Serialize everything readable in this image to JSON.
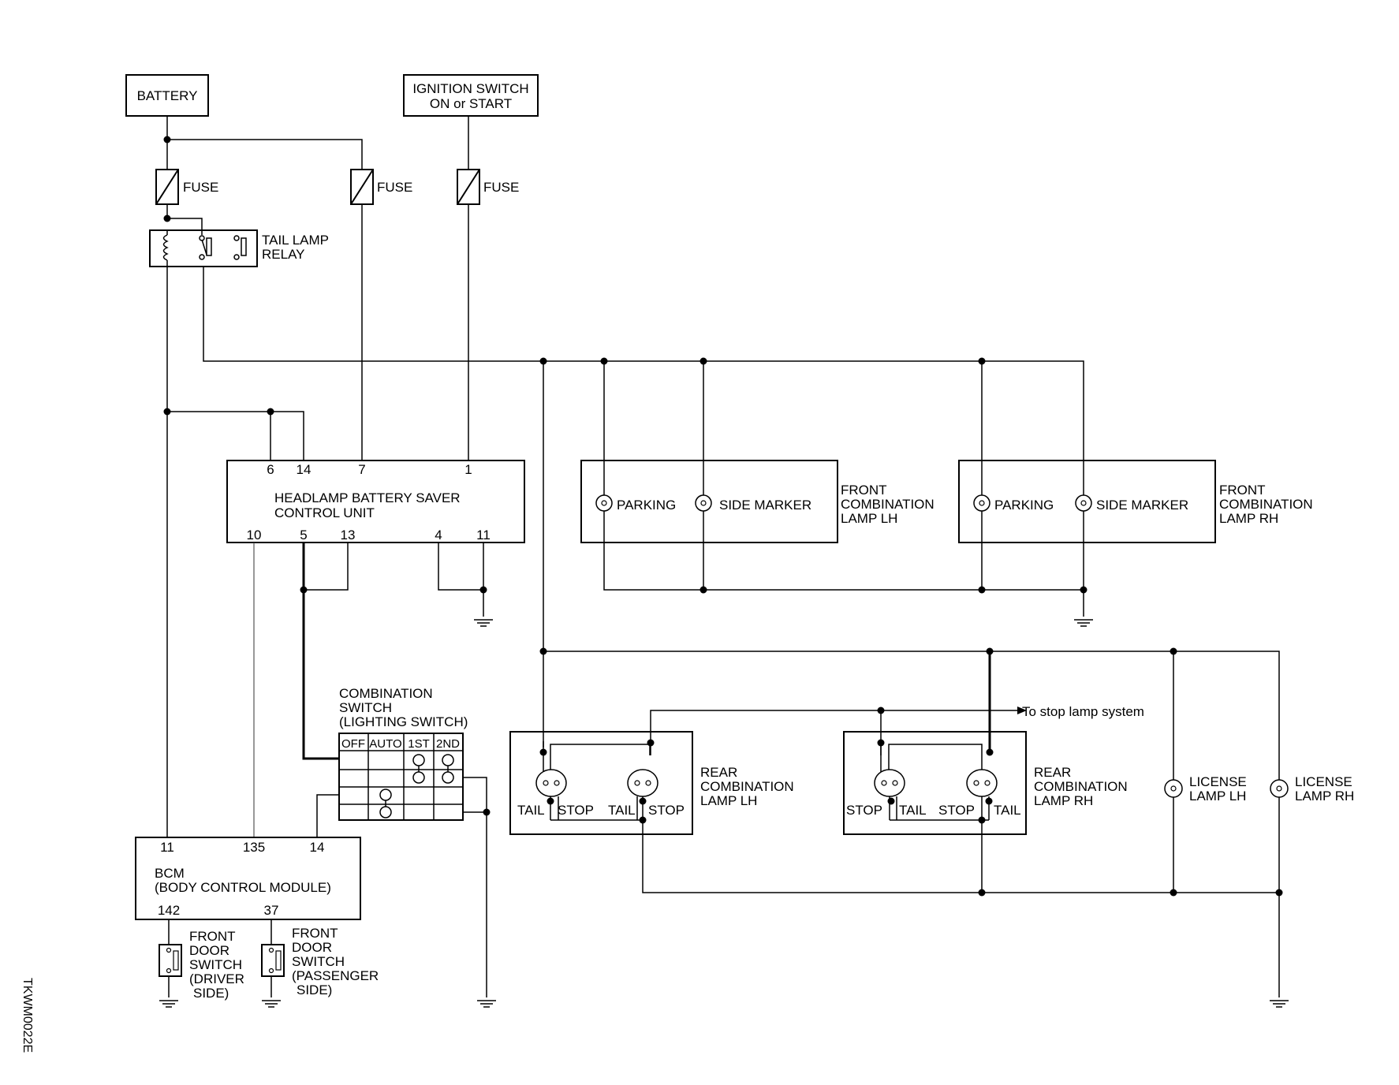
{
  "diagram_id": "TKWM0022E",
  "components": {
    "battery": "BATTERY",
    "ignition_line1": "IGNITION SWITCH",
    "ignition_line2": "ON or START",
    "fuse": "FUSE",
    "relay_line1": "TAIL LAMP",
    "relay_line2": "RELAY",
    "saver_line1": "HEADLAMP BATTERY SAVER",
    "saver_line2": "CONTROL UNIT",
    "saver_pins_top": [
      "6",
      "14",
      "7",
      "1"
    ],
    "saver_pins_bottom": [
      "10",
      "5",
      "13",
      "4",
      "11"
    ],
    "parking": "PARKING",
    "side_marker": "SIDE MARKER",
    "front_lh": [
      "FRONT",
      "COMBINATION",
      "LAMP LH"
    ],
    "front_rh": [
      "FRONT",
      "COMBINATION",
      "LAMP RH"
    ],
    "comb_switch": [
      "COMBINATION",
      "SWITCH",
      "(LIGHTING SWITCH)"
    ],
    "switch_cols": [
      "OFF",
      "AUTO",
      "1ST",
      "2ND"
    ],
    "stop_lamp_note": "To stop lamp system",
    "tail": "TAIL",
    "stop": "STOP",
    "rear_lh": [
      "REAR",
      "COMBINATION",
      "LAMP LH"
    ],
    "rear_rh": [
      "REAR",
      "COMBINATION",
      "LAMP RH"
    ],
    "license_lh": [
      "LICENSE",
      "LAMP LH"
    ],
    "license_rh": [
      "LICENSE",
      "LAMP RH"
    ],
    "bcm_pins_top": [
      "11",
      "135",
      "14"
    ],
    "bcm_line1": "BCM",
    "bcm_line2": "(BODY CONTROL MODULE)",
    "bcm_pins_bottom": [
      "142",
      "37"
    ],
    "door_driver": [
      "FRONT",
      "DOOR",
      "SWITCH",
      "(DRIVER",
      "SIDE)"
    ],
    "door_passenger": [
      "FRONT",
      "DOOR",
      "SWITCH",
      "(PASSENGER",
      "SIDE)"
    ]
  }
}
